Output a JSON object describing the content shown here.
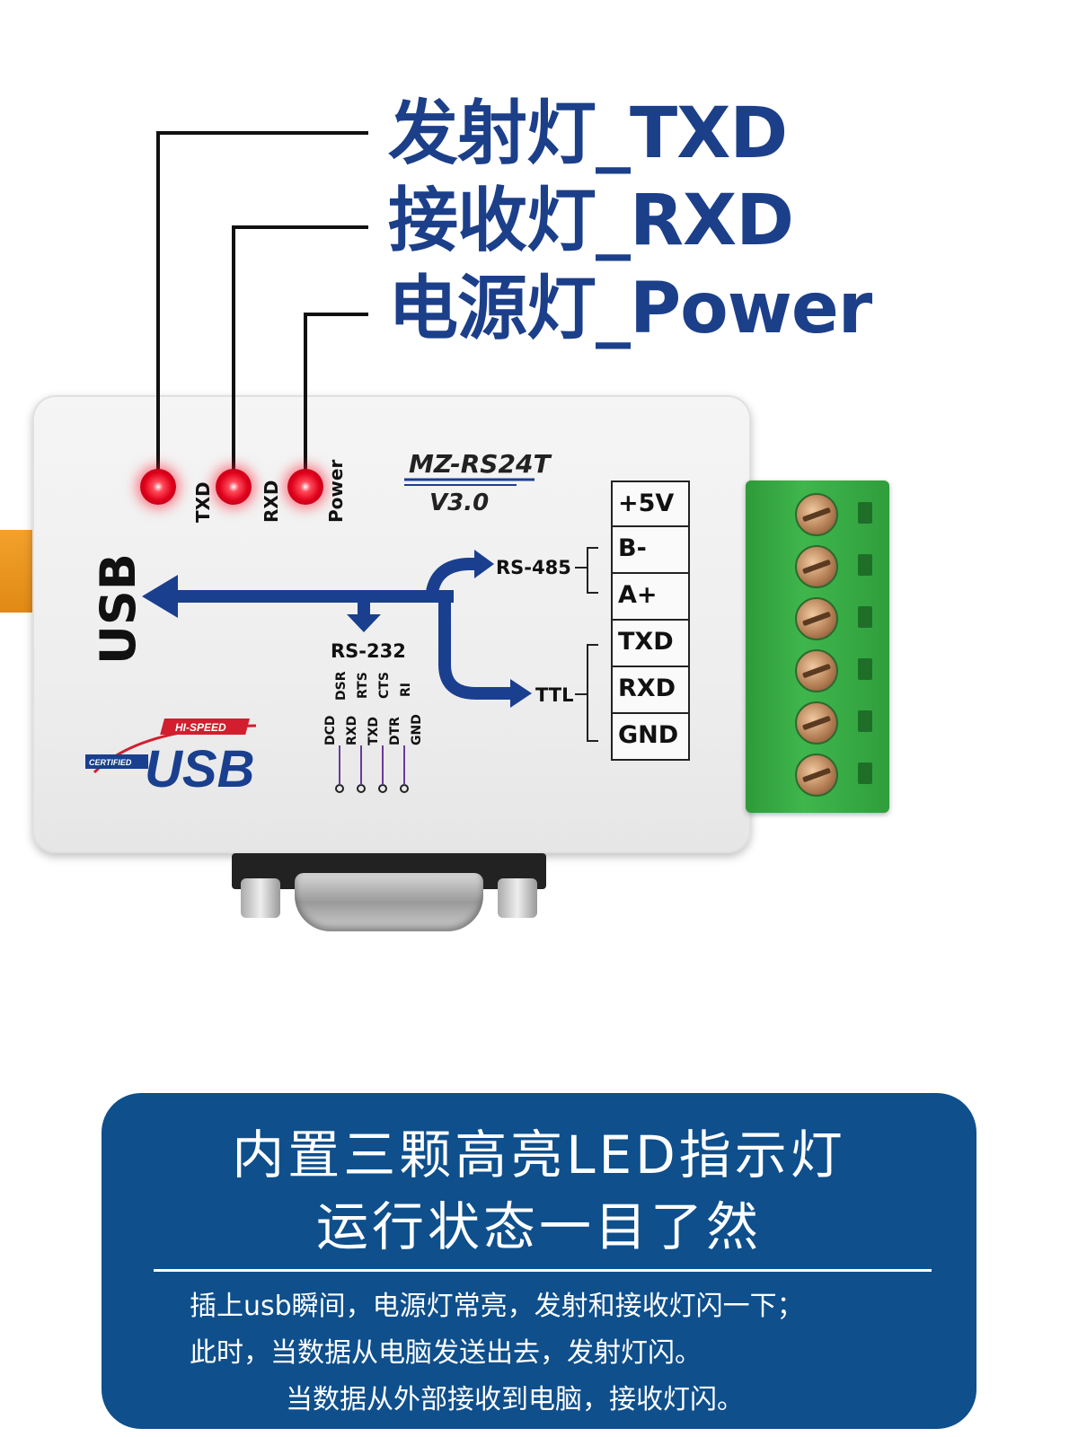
{
  "callouts": {
    "txd": "发射灯_TXD",
    "rxd": "接收灯_RXD",
    "power": "电源灯_Power"
  },
  "device": {
    "model": "MZ-RS24T",
    "version": "V3.0",
    "usb_label": "USB",
    "leds": [
      "TXD",
      "RXD",
      "Power"
    ],
    "rs485_label": "RS-485",
    "ttl_label": "TTL",
    "rs232_label": "RS-232",
    "rs232_pins_top": [
      "DSR",
      "RTS",
      "CTS",
      "RI"
    ],
    "rs232_pins_bottom": [
      "DCD",
      "RXD",
      "TXD",
      "DTR",
      "GND"
    ],
    "terminal_pins": [
      "+5V",
      "B-",
      "A+",
      "TXD",
      "RXD",
      "GND"
    ],
    "logo": {
      "top": "HI-SPEED",
      "side": "CERTIFIED",
      "main": "USB"
    }
  },
  "info": {
    "title_line1": "内置三颗高亮LED指示灯",
    "title_line2": "运行状态一目了然",
    "desc_line1": "插上usb瞬间，电源灯常亮，发射和接收灯闪一下；",
    "desc_line2": "此时，当数据从电脑发送出去，发射灯闪。",
    "desc_line3": "当数据从外部接收到电脑，接收灯闪。"
  },
  "colors": {
    "callout_text": "#1c3f8a",
    "arrow": "#1a3f8f",
    "info_bg": "#0e4f8c",
    "led": "#e0001a",
    "terminal": "#3fb64c"
  }
}
